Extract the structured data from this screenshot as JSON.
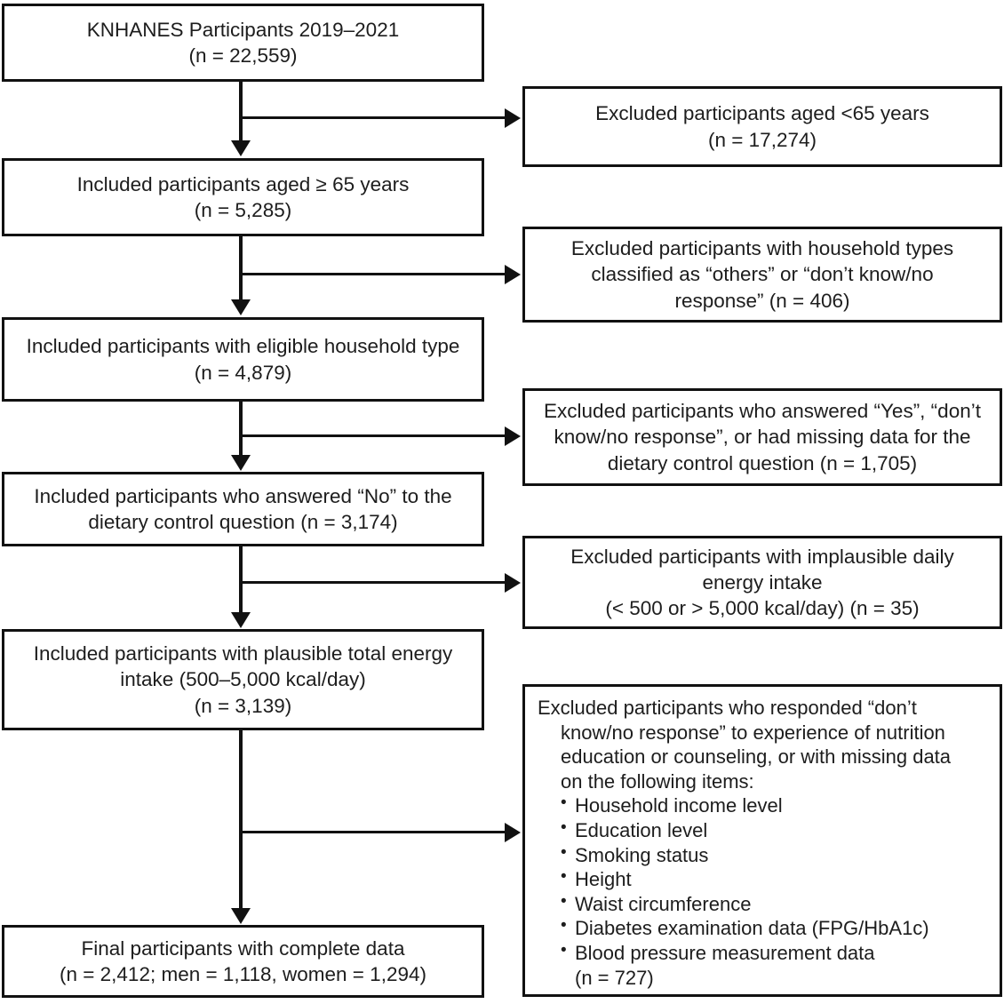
{
  "diagram": {
    "title": "KNHANES participant selection flow diagram",
    "type": "flowchart",
    "line_color": "#111111",
    "background": "#ffffff"
  },
  "included": [
    {
      "id": "total",
      "lines": [
        "KNHANES Participants 2019–2021",
        "(n = 22,559)"
      ],
      "n": 22559
    },
    {
      "id": "age65",
      "lines": [
        "Included participants aged ≥ 65 years",
        "(n = 5,285)"
      ],
      "n": 5285
    },
    {
      "id": "household",
      "lines": [
        "Included participants with eligible household type",
        "(n = 4,879)"
      ],
      "n": 4879
    },
    {
      "id": "dietary",
      "lines": [
        "Included participants who answered “No” to the",
        "dietary control question (n = 3,174)"
      ],
      "n": 3174
    },
    {
      "id": "energy",
      "lines": [
        "Included participants with plausible total energy",
        "intake (500–5,000 kcal/day)",
        "(n = 3,139)"
      ],
      "n": 3139
    },
    {
      "id": "final",
      "lines": [
        "Final participants with complete data",
        "(n = 2,412; men = 1,118, women = 1,294)"
      ],
      "n": 2412,
      "men": 1118,
      "women": 1294
    }
  ],
  "excluded": [
    {
      "id": "exc-age",
      "lines": [
        "Excluded participants aged <65 years",
        "(n = 17,274)"
      ],
      "n": 17274
    },
    {
      "id": "exc-house",
      "lines": [
        "Excluded participants with household types",
        "classified as “others” or “don’t know/no",
        "response” (n = 406)"
      ],
      "n": 406
    },
    {
      "id": "exc-diet",
      "lines": [
        "Excluded participants who answered “Yes”, “don’t",
        "know/no response”, or had missing data for the",
        "dietary control question (n = 1,705)"
      ],
      "n": 1705
    },
    {
      "id": "exc-energy",
      "lines": [
        "Excluded participants with implausible daily",
        "energy intake",
        "(< 500 or > 5,000 kcal/day) (n = 35)"
      ],
      "n": 35
    }
  ],
  "excluded_missing": {
    "id": "exc-missing",
    "intro_lines": [
      "Excluded participants who responded “don’t",
      "know/no response” to experience of nutrition",
      "education or counseling, or with missing data",
      "on the following items:"
    ],
    "items": [
      "Household income level",
      "Education level",
      "Smoking status",
      "Height",
      "Waist circumference",
      "Diabetes examination data (FPG/HbA1c)",
      "Blood pressure measurement data"
    ],
    "count_line": "(n = 727)",
    "n": 727
  }
}
